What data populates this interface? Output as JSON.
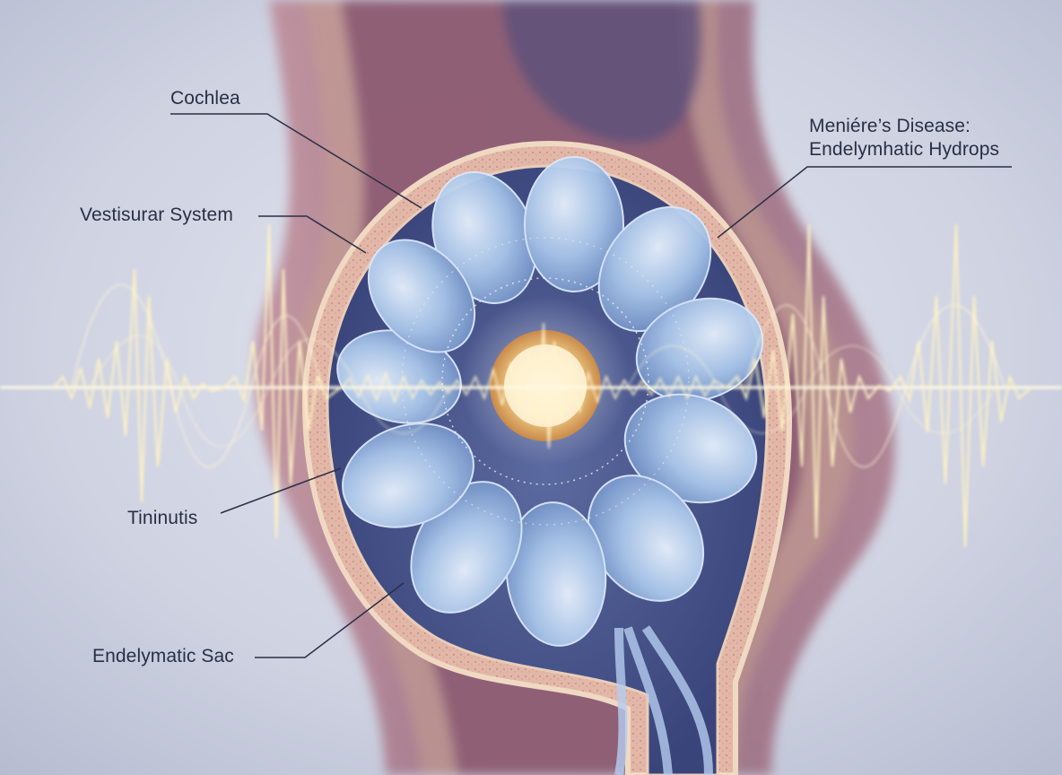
{
  "labels": {
    "cochlea": "Cochlea",
    "vestibular": "Vestisurar System",
    "tinnitus": "Tininutis",
    "sac": "Endelymatic Sac",
    "meniere_line1": "Meniére’s Disease:",
    "meniere_line2": "Endelymhatic Hydrops"
  },
  "colors": {
    "background": "#c9ccdb",
    "tissue": "#b06a78",
    "bone": "#e6c3ad",
    "lobe": "#a9c6ea",
    "wave": "#fff2c4",
    "leader": "#2a2f45"
  }
}
